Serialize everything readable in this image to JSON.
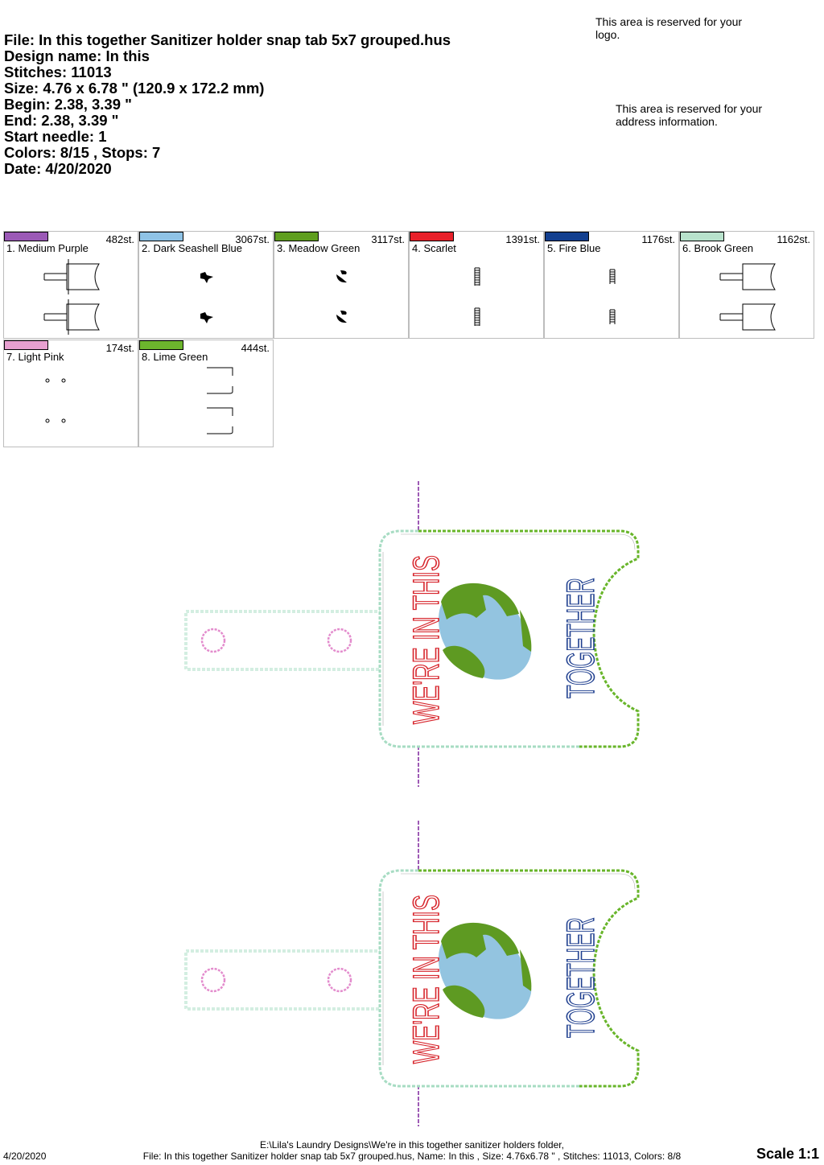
{
  "info": {
    "file": "File: In this together Sanitizer holder snap tab 5x7 grouped.hus",
    "design": "Design name: In this",
    "stitches": "Stitches: 11013",
    "size": "Size: 4.76 x 6.78 \" (120.9 x 172.2 mm)",
    "begin": "Begin: 2.38, 3.39 \"",
    "end": "End: 2.38, 3.39 \"",
    "needle": "Start needle: 1",
    "colors": "Colors: 8/15 , Stops: 7",
    "date": "Date: 4/20/2020"
  },
  "reserved": {
    "logo": "This area is reserved for your logo.",
    "address": "This area is reserved for your address information."
  },
  "thread_colors": [
    {
      "label": "1. Medium Purple",
      "stitches": "482st.",
      "color": "#9b59b6",
      "thumb": "tab"
    },
    {
      "label": "2. Dark Seashell Blue",
      "stitches": "3067st.",
      "color": "#8fc3e6",
      "thumb": "water"
    },
    {
      "label": "3. Meadow Green",
      "stitches": "3117st.",
      "color": "#5f9e1f",
      "thumb": "land"
    },
    {
      "label": "4. Scarlet",
      "stitches": "1391st.",
      "color": "#e8202a",
      "thumb": "text-a"
    },
    {
      "label": "5. Fire Blue",
      "stitches": "1176st.",
      "color": "#123f8f",
      "thumb": "text-b"
    },
    {
      "label": "6. Brook Green",
      "stitches": "1162st.",
      "color": "#b8e2cc",
      "thumb": "tab"
    },
    {
      "label": "7. Light Pink",
      "stitches": "174st.",
      "color": "#e7a0d0",
      "thumb": "dots"
    },
    {
      "label": "8. Lime Green",
      "stitches": "444st.",
      "color": "#6cb52d",
      "thumb": "brackets"
    }
  ],
  "design_text": {
    "line1": "WE'RE IN THIS",
    "line2": "TOGETHER"
  },
  "design_colors": {
    "red": "#d7262d",
    "blue": "#1f3f8f",
    "ocean": "#93c4e0",
    "land": "#5e9a22",
    "snap": "#e38ccd",
    "mint": "#a7dcc3",
    "lime": "#68b52a",
    "purple": "#9e5bb5"
  },
  "footer": {
    "path": "E:\\Lila's Laundry Designs\\We're in this together sanitizer holders folder,",
    "file_line": "File: In this together Sanitizer holder snap tab 5x7 grouped.hus, Name: In this , Size: 4.76x6.78 \" , Stitches: 11013, Colors: 8/8",
    "date": "4/20/2020",
    "scale": "Scale 1:1"
  }
}
